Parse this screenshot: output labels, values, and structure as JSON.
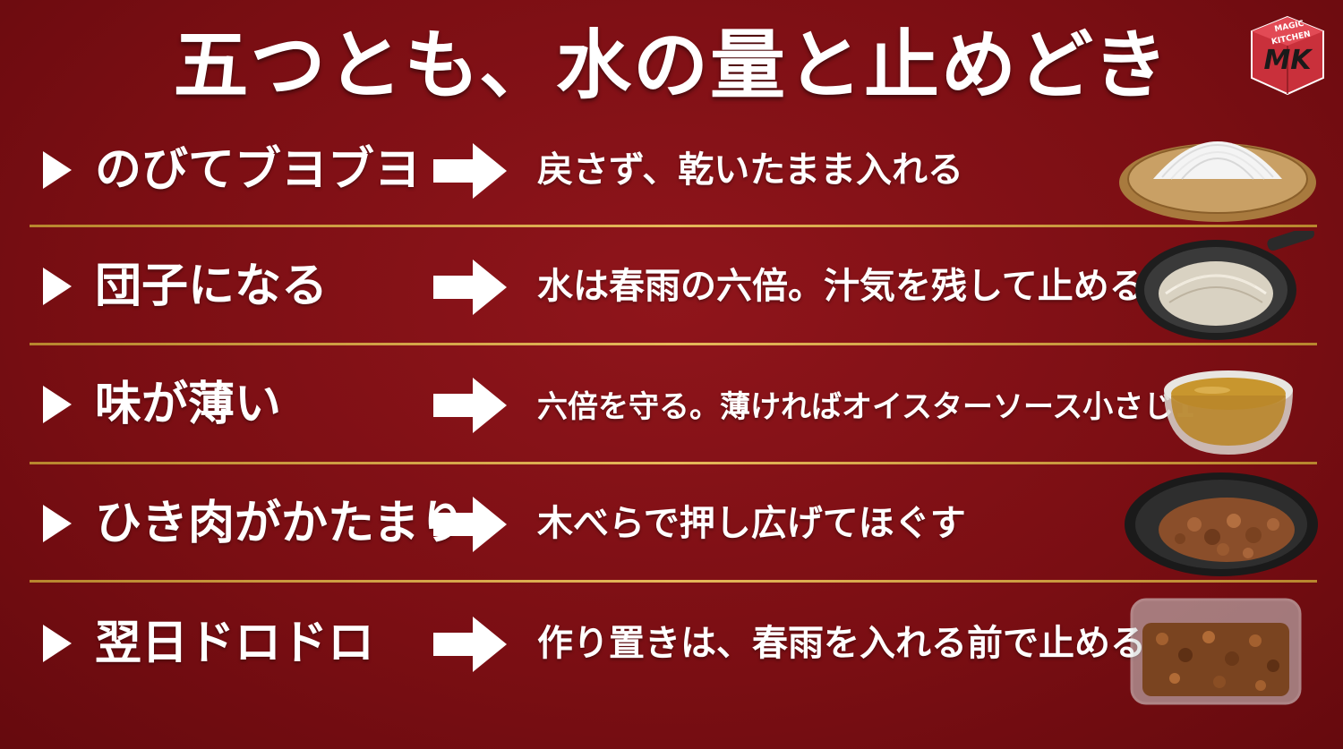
{
  "title": "五つとも、水の量と止めどき",
  "logo": {
    "line1": "MAGIC",
    "line2": "KITCHEN",
    "initials": "MK"
  },
  "colors": {
    "background": "#7d0f14",
    "text": "#ffffff",
    "separator": "#d4a24a"
  },
  "rows": [
    {
      "problem": "のびてブヨブヨ",
      "fix": "戻さず、乾いたまま入れる",
      "image_icon": "dry-glass-noodles-on-bamboo-tray"
    },
    {
      "problem": "団子になる",
      "fix": "水は春雨の六倍。汁気を残して止める",
      "image_icon": "noodles-in-frying-pan"
    },
    {
      "problem": "味が薄い",
      "fix": "六倍を守る。薄ければオイスターソース小さじ1",
      "image_icon": "bowl-of-broth"
    },
    {
      "problem": "ひき肉がかたまり",
      "fix": "木べらで押し広げてほぐす",
      "image_icon": "ground-meat-in-pan"
    },
    {
      "problem": "翌日ドロドロ",
      "fix": "作り置きは、春雨を入れる前で止める",
      "image_icon": "meat-in-glass-container"
    }
  ]
}
